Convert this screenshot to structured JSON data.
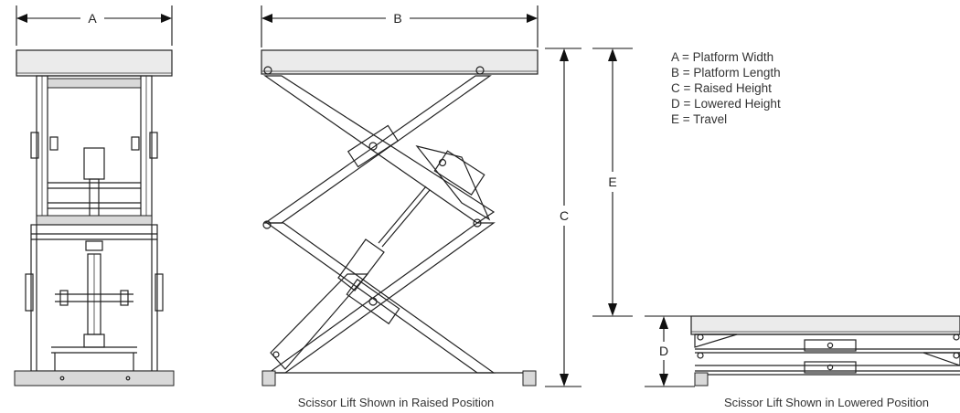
{
  "dimension_labels": {
    "a": "A",
    "b": "B",
    "c": "C",
    "d": "D",
    "e": "E"
  },
  "legend": [
    "A = Platform Width",
    "B = Platform Length",
    "C = Raised Height",
    "D = Lowered Height",
    "E = Travel"
  ],
  "captions": {
    "raised": "Scissor Lift Shown in Raised Position",
    "lowered": "Scissor Lift Shown in Lowered Position"
  }
}
